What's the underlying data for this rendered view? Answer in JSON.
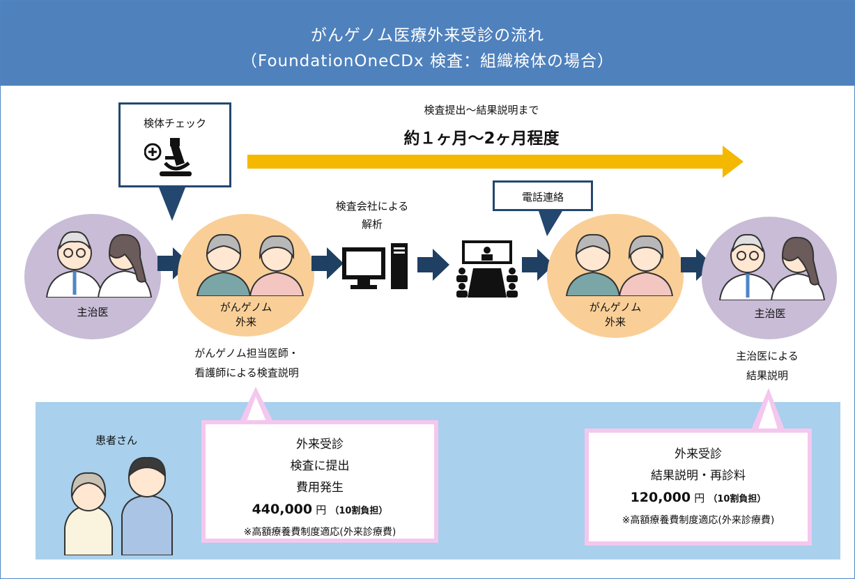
{
  "header": {
    "title_line1": "がんゲノム医療外来受診の流れ",
    "title_line2": "（FoundationOneCDx 検査：組織検体の場合）"
  },
  "timeline": {
    "caption": "検査提出〜結果説明まで",
    "duration": "約１ヶ月〜2ヶ月程度",
    "arrow_color": "#f5b800"
  },
  "specimen_check": {
    "label": "検体チェック"
  },
  "phone_contact": {
    "label": "電話連絡"
  },
  "analysis": {
    "label_line1": "検査会社による",
    "label_line2": "解析"
  },
  "nodes": {
    "attending_left": "主治医",
    "genome_outpatient_left_1": "がんゲノム",
    "genome_outpatient_left_2": "外来",
    "genome_outpatient_right_1": "がんゲノム",
    "genome_outpatient_right_2": "外来",
    "attending_right": "主治医"
  },
  "notes": {
    "explain_left_1": "がんゲノム担当医師・",
    "explain_left_2": "看護師による検査説明",
    "explain_right_1": "主治医による",
    "explain_right_2": "結果説明"
  },
  "patient": {
    "label": "患者さん"
  },
  "cost_left": {
    "line1": "外来受診",
    "line2": "検査に提出",
    "line3": "費用発生",
    "amount": "440,000",
    "unit": "円",
    "burden": "（10割負担）",
    "note": "※高額療養費制度適応(外来診療費)"
  },
  "cost_right": {
    "line1": "外来受診",
    "line2": "結果説明・再診料",
    "amount": "120,000",
    "unit": "円",
    "burden": "（10割負担）",
    "note": "※高額療養費制度適応(外来診療費)"
  },
  "colors": {
    "header_bg": "#4f81bd",
    "doctor_circle": "#c8bcd6",
    "genome_circle": "#f9cf97",
    "flow_arrow": "#1f3f63",
    "band": "#a9d0ec",
    "pink_border": "#f4c7ef",
    "timeline_arrow": "#f5b800"
  }
}
